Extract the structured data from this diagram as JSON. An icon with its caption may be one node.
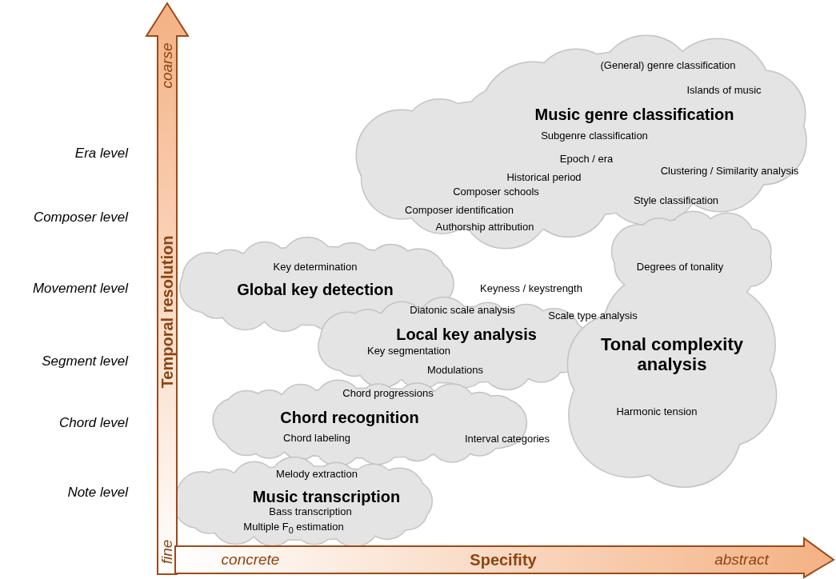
{
  "diagram": {
    "nodes": [
      {
        "text": [
          "(General) genre classification",
          "Islands of music",
          "Music genre classification",
          "Subgenre classification",
          "Epoch / era",
          "Historical period",
          "Composer schools",
          "Composer identification",
          "Authorship attribution",
          "Style classification"
        ]
      },
      {
        "text": [
          "Key determination",
          "Global key detection"
        ]
      },
      {
        "text": [
          "Diatonic scale analysis",
          "Local key analysis",
          "Key segmentation",
          "Modulations"
        ]
      },
      {
        "text": [
          "Degrees of tonality",
          "Tonal complexity analysis",
          "Harmonic tension"
        ]
      },
      {
        "text": [
          "Chord recognition",
          "Chord labeling"
        ]
      },
      {
        "text": [
          "Melody extraction",
          "Music transcription",
          "Bass transcription",
          "Multiple F$_{0}$ estimation"
        ]
      }
    ],
    "edges": [],
    "labels": [
      "coarse",
      "Era level",
      "Clustering / Similarity analysis",
      "Composer level",
      "Keyness / keystrength",
      "Movement level",
      "Temporal resolution",
      "Scale type analysis",
      "Segment level",
      "Chord progressions",
      "Chord level",
      "Interval categories",
      "Note level",
      "fine",
      "concrete",
      "Specifity",
      "abstract"
    ]
  }
}
